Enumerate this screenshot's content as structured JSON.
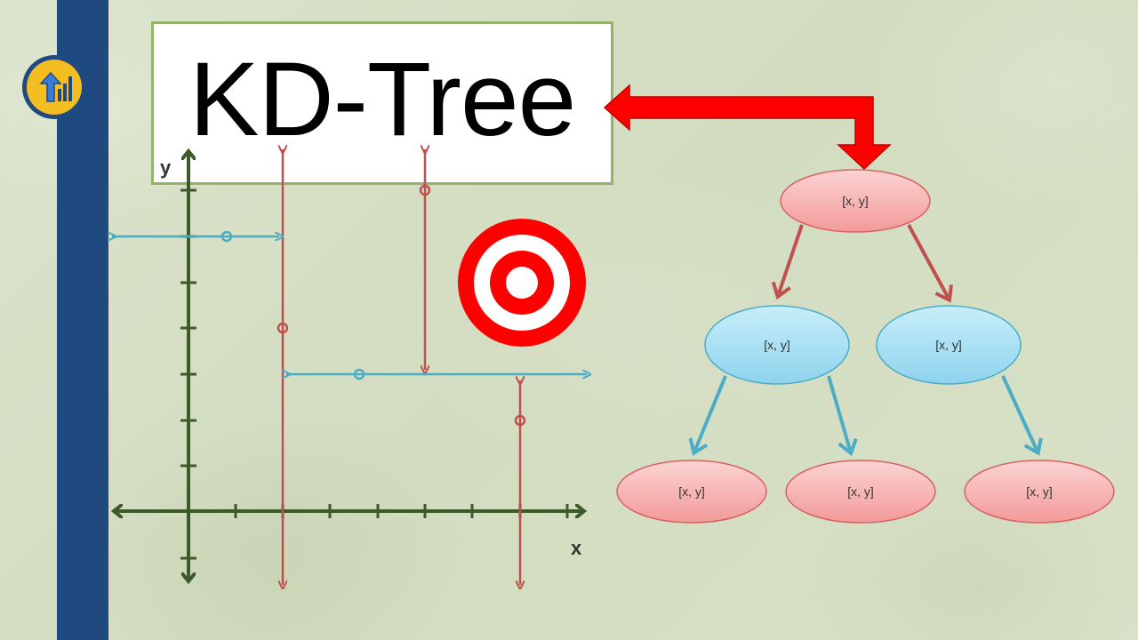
{
  "title": "KD-Tree",
  "axes": {
    "x_label": "x",
    "y_label": "y"
  },
  "tree": {
    "root": "[x, y]",
    "level1": [
      "[x, y]",
      "[x, y]"
    ],
    "level2": [
      "[x, y]",
      "[x, y]",
      "[x, y]"
    ]
  },
  "colors": {
    "sidebar": "#1f4a80",
    "logo": "#f4be23",
    "axis": "#3d5a2a",
    "split_x": "#c0504d",
    "split_y": "#4bacc6",
    "arrow_red": "#ff0000",
    "node_pink": "#f4a6a6",
    "node_blue": "#9ad8ee",
    "target": "#ff0000"
  },
  "icons": [
    "chart-logo-icon",
    "target-icon"
  ]
}
